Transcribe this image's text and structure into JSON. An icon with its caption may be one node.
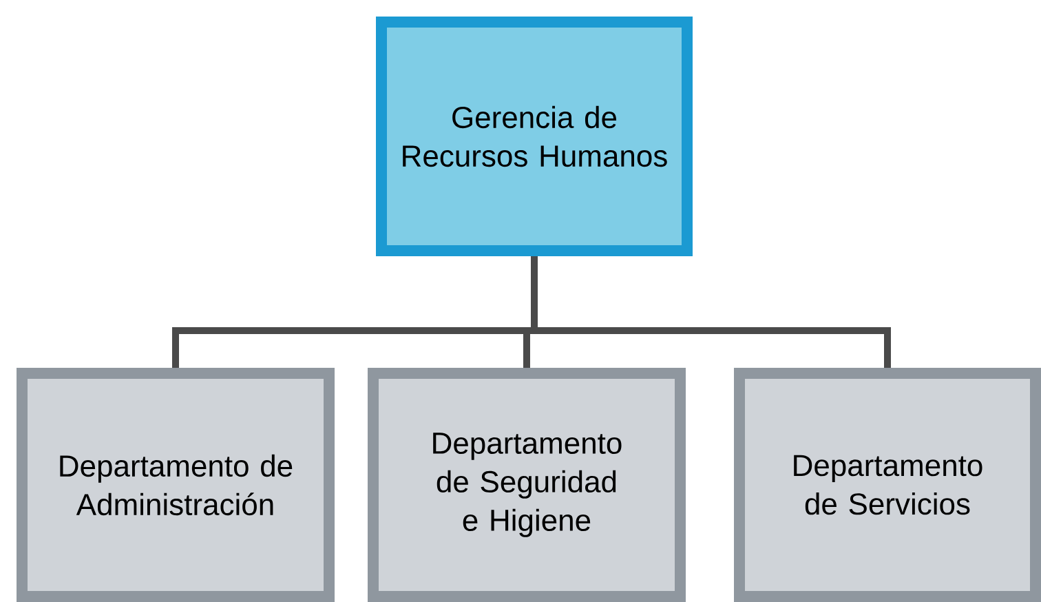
{
  "diagram": {
    "nodes": [
      {
        "text": [
          "Gerencia de Recursos Humanos"
        ]
      },
      {
        "text": [
          "Departamento de Administración"
        ]
      },
      {
        "text": [
          "Departamento de Seguridad e Higiene"
        ]
      },
      {
        "text": [
          "Departamento de Servicios"
        ]
      }
    ],
    "edges": [
      {
        "from": 0,
        "to": 1,
        "arrow": "none"
      },
      {
        "from": 0,
        "to": 2,
        "arrow": "none"
      },
      {
        "from": 0,
        "to": 3,
        "arrow": "none"
      }
    ]
  }
}
